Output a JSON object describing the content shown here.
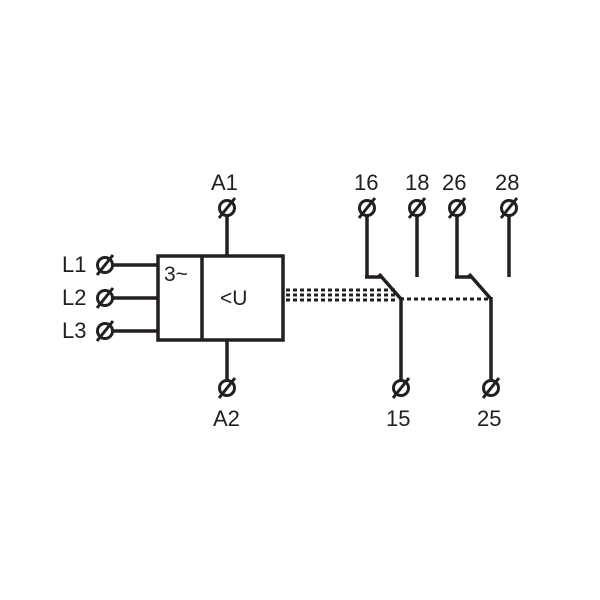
{
  "terminals": {
    "a1": "A1",
    "a2": "A2",
    "l1": "L1",
    "l2": "L2",
    "l3": "L3",
    "t16": "16",
    "t18": "18",
    "t15": "15",
    "t26": "26",
    "t28": "28",
    "t25": "25"
  },
  "box": {
    "phase_label": "3~",
    "function_label": "<U"
  },
  "colors": {
    "line": "#231f20",
    "background": "#ffffff"
  }
}
